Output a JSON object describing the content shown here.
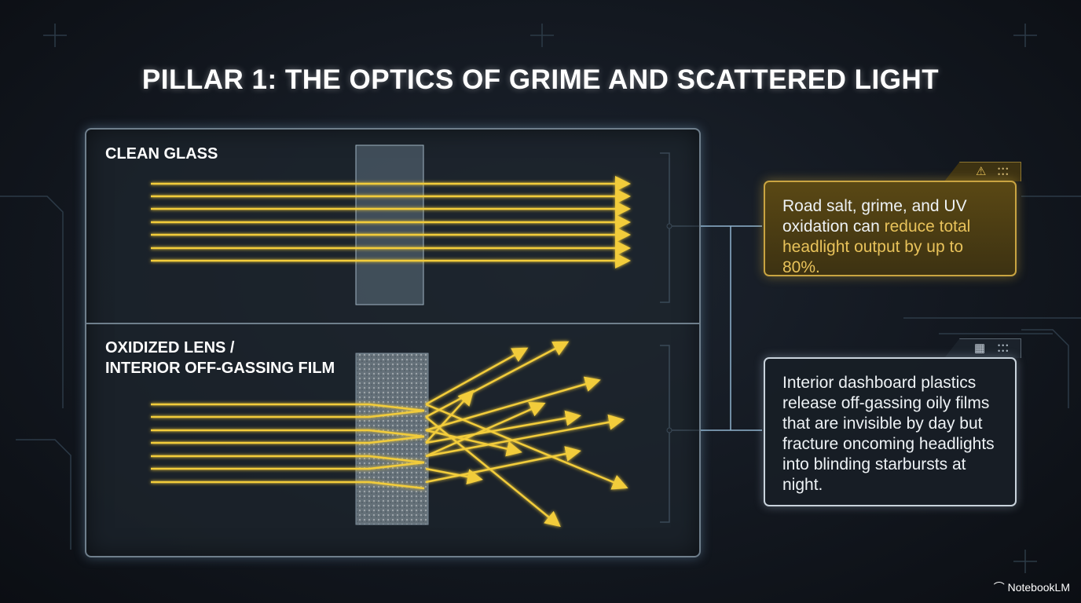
{
  "title": "PILLAR 1: THE OPTICS OF GRIME AND SCATTERED LIGHT",
  "panels": {
    "clean": {
      "label": "CLEAN GLASS"
    },
    "oxidized": {
      "label_line1": "OXIDIZED LENS /",
      "label_line2": "INTERIOR OFF-GASSING FILM"
    }
  },
  "callouts": [
    {
      "icon": "warning-icon",
      "text_plain": "Road salt, grime, and UV oxidation can ",
      "text_highlight": "reduce total headlight output by up to 80%."
    },
    {
      "icon": "dashboard-icon",
      "text": "Interior dashboard plastics release off-gassing oily films that are invisible by day but fracture oncoming headlights into blinding starbursts at night."
    }
  ],
  "brand": "NotebookLM",
  "colors": {
    "ray": "#f2cc3a",
    "accent": "#e8c25a",
    "frame": "#6f7f8c"
  }
}
